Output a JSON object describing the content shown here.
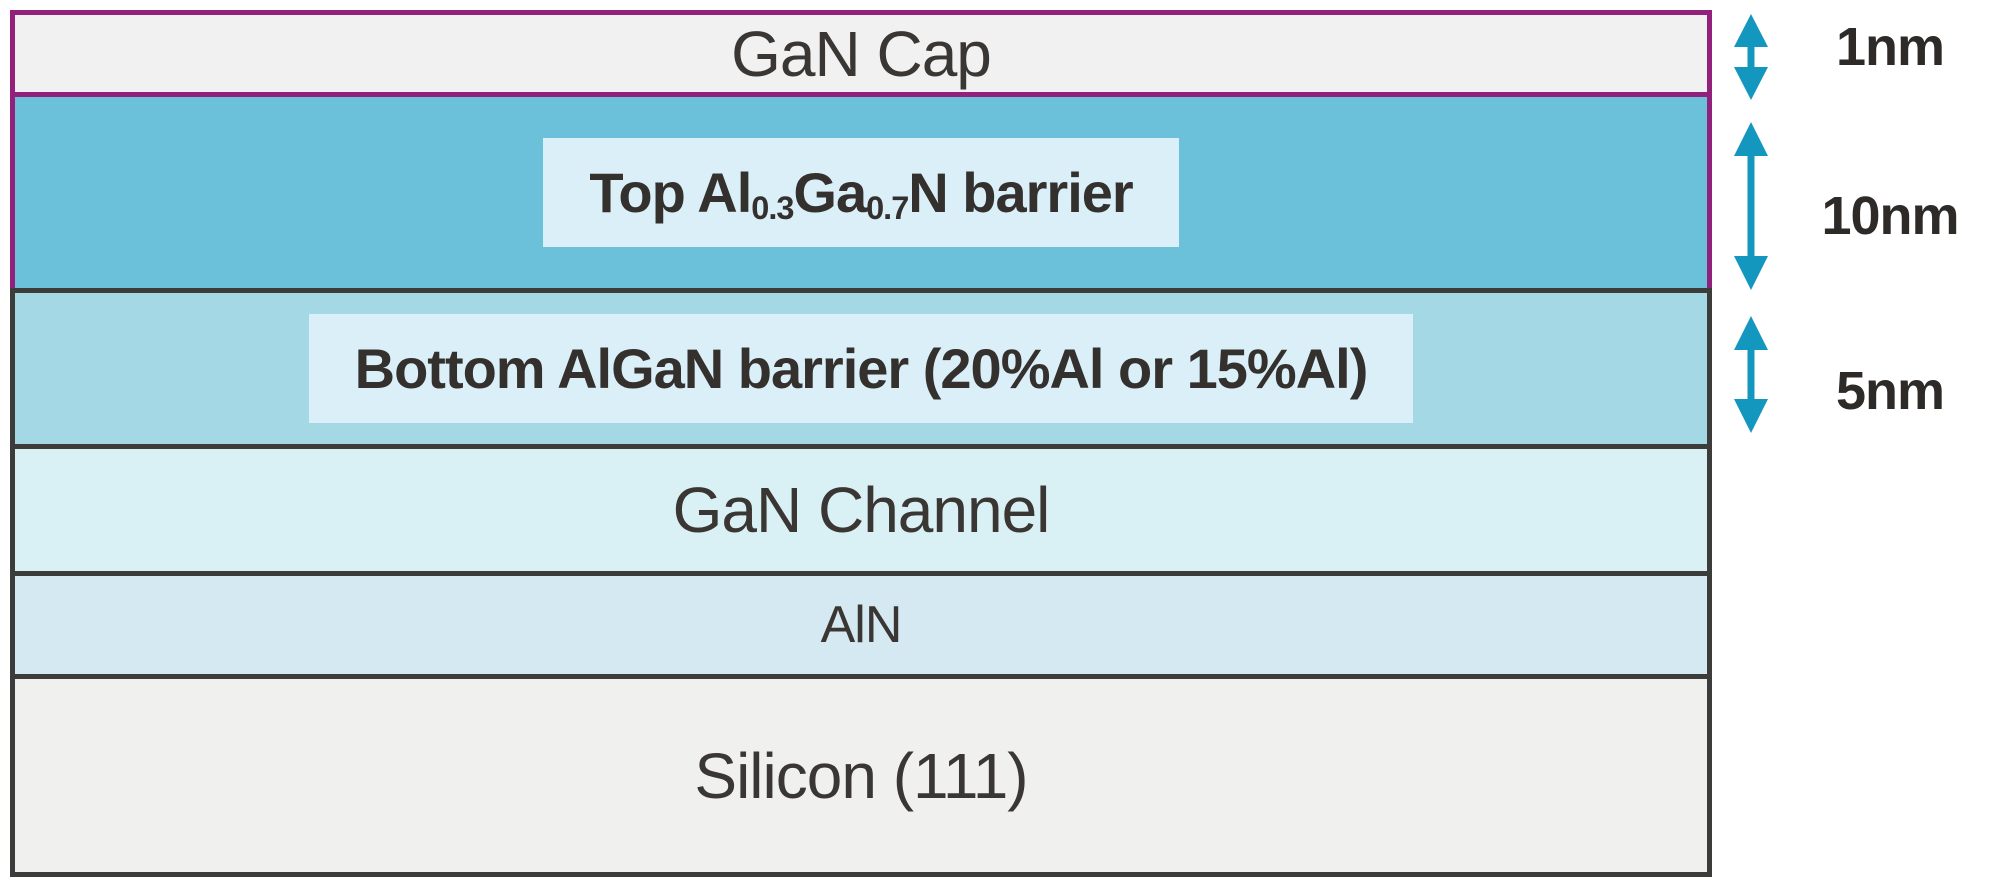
{
  "diagram": {
    "type": "semiconductor-layer-stack",
    "layers": [
      {
        "id": "gan-cap",
        "label": "GaN Cap",
        "thickness": "1nm",
        "fill": "#F1F1F1",
        "border": "#92217B"
      },
      {
        "id": "top-algan-barrier",
        "label_segments": [
          {
            "text": "Top Al"
          },
          {
            "text": "0.3",
            "sub": true
          },
          {
            "text": "Ga"
          },
          {
            "text": "0.7",
            "sub": true
          },
          {
            "text": "N barrier"
          }
        ],
        "thickness": "10nm",
        "fill": "#6CC1DA",
        "border": "#92217B"
      },
      {
        "id": "bottom-algan-barrier",
        "label": "Bottom AlGaN barrier (20%Al or 15%Al)",
        "thickness": "5nm",
        "fill": "#A4D8E4",
        "border": "#3C3C3A"
      },
      {
        "id": "gan-channel",
        "label": "GaN Channel",
        "fill": "#D9F0F4",
        "border": "#3C3C3A"
      },
      {
        "id": "aln",
        "label": "AlN",
        "fill": "#D4E9F1",
        "border": "#3C3C3A"
      },
      {
        "id": "silicon-substrate",
        "label": "Silicon (111)",
        "fill": "#F0F0EF",
        "border": "#3C3C3A"
      }
    ],
    "dimension_labels": [
      {
        "label": "1nm"
      },
      {
        "label": "10nm"
      },
      {
        "label": "5nm"
      }
    ],
    "colors": {
      "arrow": "#1497BE",
      "label_box_fill": "#DAEFF7",
      "background": "#FFFFFF"
    }
  }
}
